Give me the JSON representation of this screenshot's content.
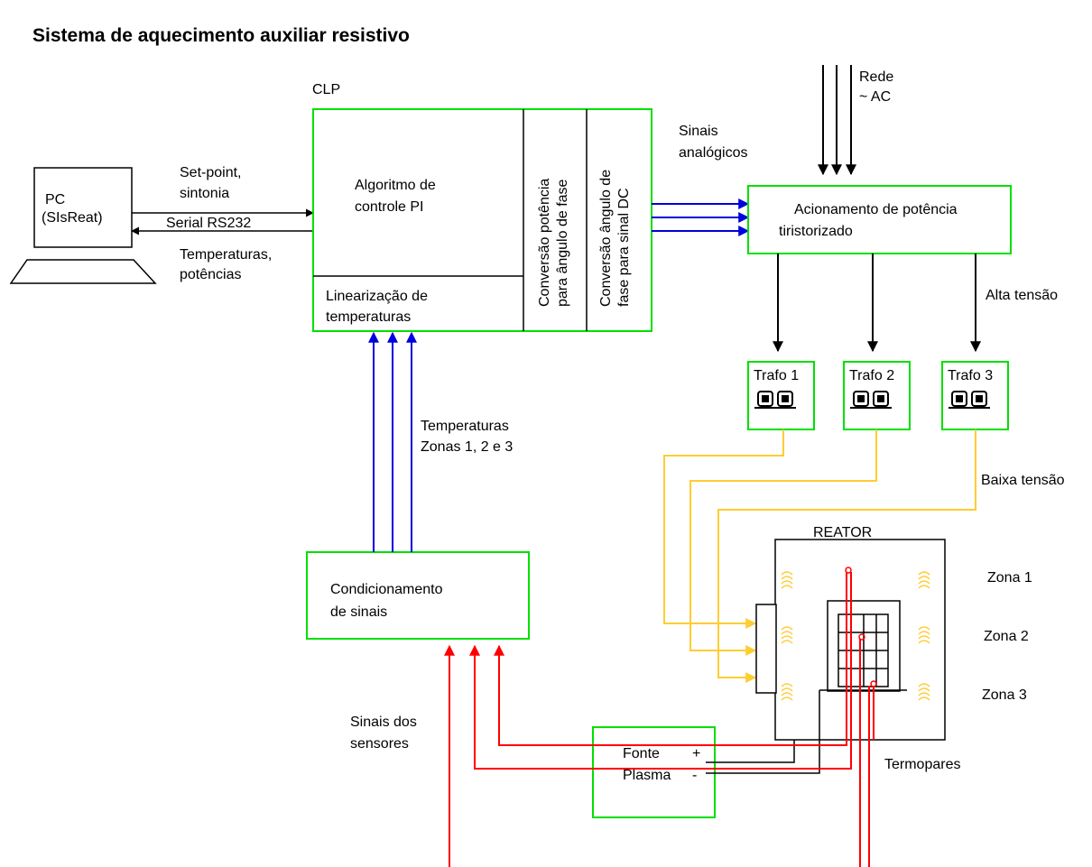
{
  "title": "Sistema de aquecimento auxiliar resistivo",
  "pc": {
    "line1": "PC",
    "line2": "(SIsReat)"
  },
  "links": {
    "setpoint_1": "Set-point,",
    "setpoint_2": "sintonia",
    "serial": "Serial RS232",
    "temps_1": "Temperaturas,",
    "temps_2": "potências"
  },
  "clp": {
    "label": "CLP",
    "algo_1": "Algoritmo de",
    "algo_2": "controle PI",
    "lin_1": "Linearização de",
    "lin_2": "temperaturas",
    "conv1_1": "Conversão potência",
    "conv1_2": "para ângulo de fase",
    "conv2_1": "Conversão ângulo de",
    "conv2_2": "fase para sinal DC"
  },
  "analog": {
    "line1": "Sinais",
    "line2": "analógicos"
  },
  "rede": {
    "line1": "Rede",
    "line2": "~ AC"
  },
  "acionamento": {
    "line1": "Acionamento de potência",
    "line2": "tiristorizado"
  },
  "alta_tensao": "Alta tensão",
  "baixa_tensao": "Baixa tensão",
  "trafos": [
    "Trafo 1",
    "Trafo 2",
    "Trafo 3"
  ],
  "temperaturas_zonas": {
    "line1": "Temperaturas",
    "line2": "Zonas 1, 2 e 3"
  },
  "condicionamento": {
    "line1": "Condicionamento",
    "line2": "de sinais"
  },
  "sensores": {
    "line1": "Sinais dos",
    "line2": "sensores"
  },
  "reator": "REATOR",
  "zonas": [
    "Zona 1",
    "Zona 2",
    "Zona 3"
  ],
  "fonte": {
    "line1": "Fonte",
    "line2": "Plasma",
    "plus": "+",
    "minus": "-"
  },
  "termopares": "Termopares",
  "colors": {
    "box_border": "#00e000",
    "signal_blue": "#0000dd",
    "sensor_red": "#ff0000",
    "power_yellow": "#ffcc33",
    "line_black": "#000000"
  }
}
